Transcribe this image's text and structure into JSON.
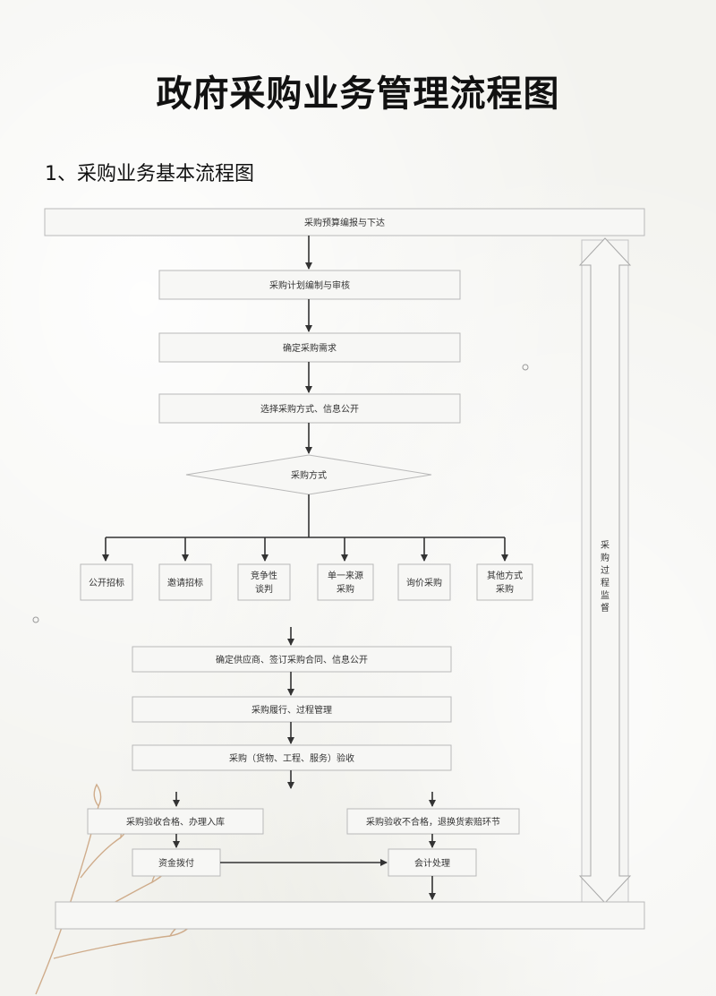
{
  "page": {
    "title": "政府采购业务管理流程图",
    "subtitle": "1、采购业务基本流程图"
  },
  "flow": {
    "budget": "采购预算编报与下达",
    "plan": "采购计划编制与审核",
    "demand": "确定采购需求",
    "select_method": "选择采购方式、信息公开",
    "decision": "采购方式",
    "methods": [
      [
        "公开招标"
      ],
      [
        "邀请招标"
      ],
      [
        "竞争性",
        "谈判"
      ],
      [
        "单一来源",
        "采购"
      ],
      [
        "询价采购"
      ],
      [
        "其他方式",
        "采购"
      ]
    ],
    "contract": "确定供应商、签订采购合同、信息公开",
    "performance": "采购履行、过程管理",
    "acceptance": "采购（货物、工程、服务）验收",
    "pass": "采购验收合格、办理入库",
    "fail": "采购验收不合格，退换货索赔环节",
    "payment": "资金拨付",
    "accounting": "会计处理",
    "side_label": [
      "采",
      "购",
      "过",
      "程",
      "监",
      "督"
    ]
  }
}
